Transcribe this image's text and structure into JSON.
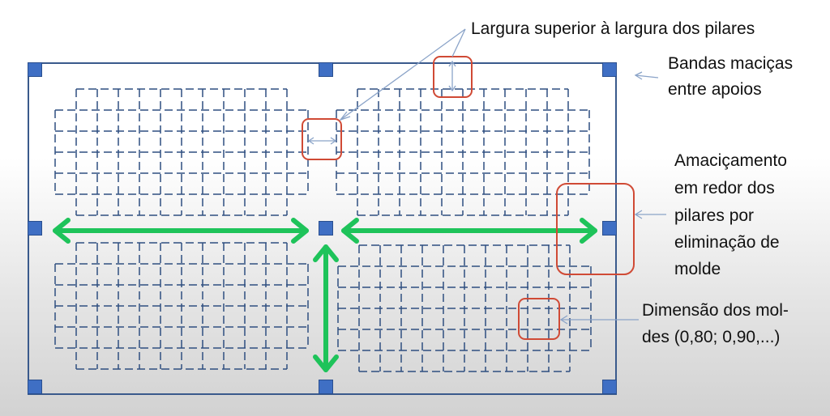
{
  "annotations": {
    "top_width": "Largura superior à largura dos pilares",
    "bands_line1": "Bandas maciças",
    "bands_line2": "entre apoios",
    "soften_line1": "Amaciçamento",
    "soften_line2": "em redor dos",
    "soften_line3": "pilares por",
    "soften_line4": "eliminação de",
    "soften_line5": "molde",
    "molds_line1": "Dimensão dos mol-",
    "molds_line2": "des (0,80; 0,90,...)"
  },
  "colors": {
    "slab_outline": "#3a5a8c",
    "pillar": "#3f6fc4",
    "grid_dash": "#2f4f80",
    "band_arrow": "#1ec35a",
    "highlight_box": "#d04a35",
    "pointer": "#8aa3c8"
  }
}
